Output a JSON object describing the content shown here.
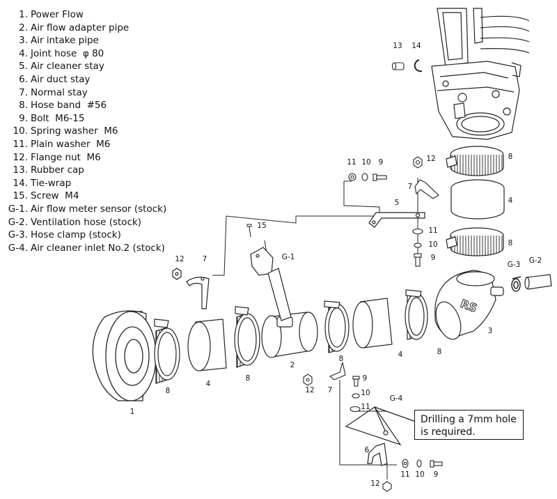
{
  "parts": [
    {
      "num": "1.",
      "name": "Power Flow"
    },
    {
      "num": "2.",
      "name": "Air flow adapter pipe"
    },
    {
      "num": "3.",
      "name": "Air intake pipe"
    },
    {
      "num": "4.",
      "name": "Joint hose  φ 80"
    },
    {
      "num": "5.",
      "name": "Air cleaner stay"
    },
    {
      "num": "6.",
      "name": "Air duct stay"
    },
    {
      "num": "7.",
      "name": "Normal stay"
    },
    {
      "num": "8.",
      "name": "Hose band  #56"
    },
    {
      "num": "9.",
      "name": "Bolt  M6-15"
    },
    {
      "num": "10.",
      "name": "Spring washer  M6"
    },
    {
      "num": "11.",
      "name": "Plain washer  M6"
    },
    {
      "num": "12.",
      "name": "Flange nut  M6"
    },
    {
      "num": "13.",
      "name": "Rubber cap"
    },
    {
      "num": "14.",
      "name": "Tie-wrap"
    },
    {
      "num": "15.",
      "name": "Screw  M4"
    },
    {
      "num": "G-1.",
      "name": "Air flow meter sensor (stock)"
    },
    {
      "num": "G-2.",
      "name": "Ventilation hose (stock)"
    },
    {
      "num": "G-3.",
      "name": "Hose clamp (stock)"
    },
    {
      "num": "G-4.",
      "name": "Air cleaner inlet No.2 (stock)"
    }
  ],
  "callouts": {
    "c13": "13",
    "c14": "14",
    "c11_top": "11",
    "c10_top": "10",
    "c9_top": "9",
    "c12_top": "12",
    "c7_top": "7",
    "c5": "5",
    "c11_mid": "11",
    "c10_mid": "10",
    "c9_mid": "9",
    "c8_a": "8",
    "c4_a": "4",
    "c8_b": "8",
    "c15": "15",
    "cG1": "G-1",
    "c12_left": "12",
    "c7_left": "7",
    "cG3": "G-3",
    "cG2": "G-2",
    "c3": "3",
    "c1": "1",
    "c8_c": "8",
    "c4_b": "4",
    "c8_d": "8",
    "c2": "2",
    "c8_e": "8",
    "c4_c": "4",
    "c8_f": "8",
    "c9_low": "9",
    "c12_low": "12",
    "c7_low": "7",
    "c10_low": "10",
    "cG4": "G-4",
    "c11_low": "11",
    "c6": "6",
    "c11_bot": "11",
    "c10_bot": "10",
    "c9_bot": "9",
    "c12_bot": "12"
  },
  "note": {
    "line1": "Drilling a 7mm hole",
    "line2": "is required."
  },
  "logo_text": "RS"
}
